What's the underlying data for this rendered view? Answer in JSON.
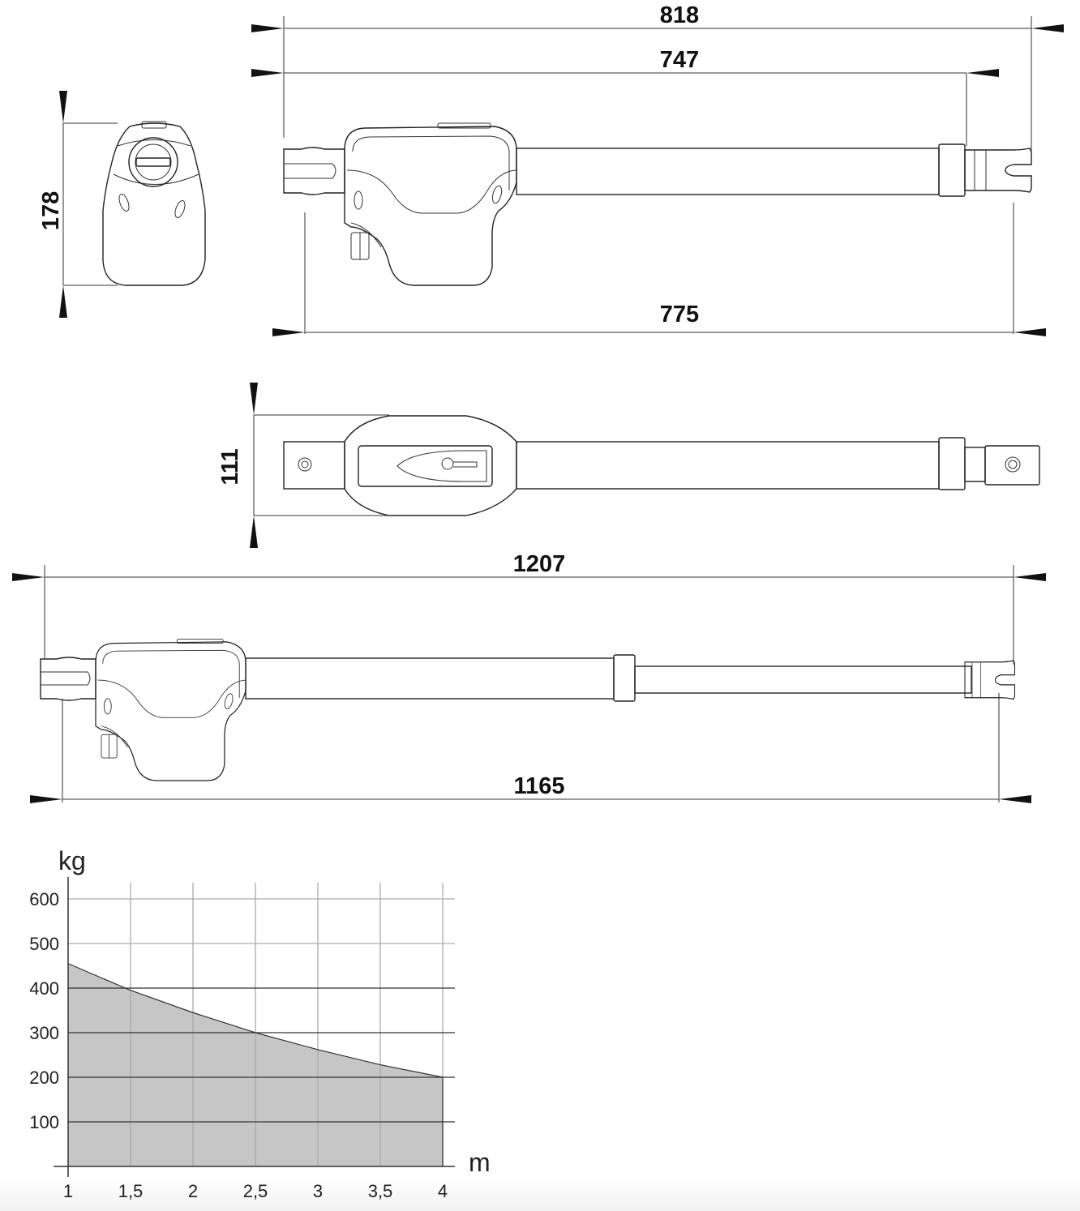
{
  "dimensions": {
    "side_total_extended": "818",
    "side_stroke_length": "747",
    "side_body_to_clevis": "775",
    "front_height": "178",
    "top_width": "111",
    "extended_total": "1207",
    "extended_length": "1165"
  },
  "chart_data": {
    "type": "area",
    "title": "",
    "xlabel": "m",
    "ylabel": "kg",
    "x": [
      1,
      1.5,
      2,
      2.5,
      3,
      3.5,
      4
    ],
    "values": [
      455,
      395,
      345,
      300,
      262,
      228,
      200
    ],
    "xlim": [
      1,
      4
    ],
    "ylim": [
      0,
      600
    ],
    "x_tick_labels": [
      "1",
      "1,5",
      "2",
      "2,5",
      "3",
      "3,5",
      "4"
    ],
    "y_tick_labels": [
      "100",
      "200",
      "300",
      "400",
      "500",
      "600"
    ],
    "y_ticks": [
      100,
      200,
      300,
      400,
      500,
      600
    ],
    "grid": true,
    "fill_color": "#c6c6c6"
  }
}
